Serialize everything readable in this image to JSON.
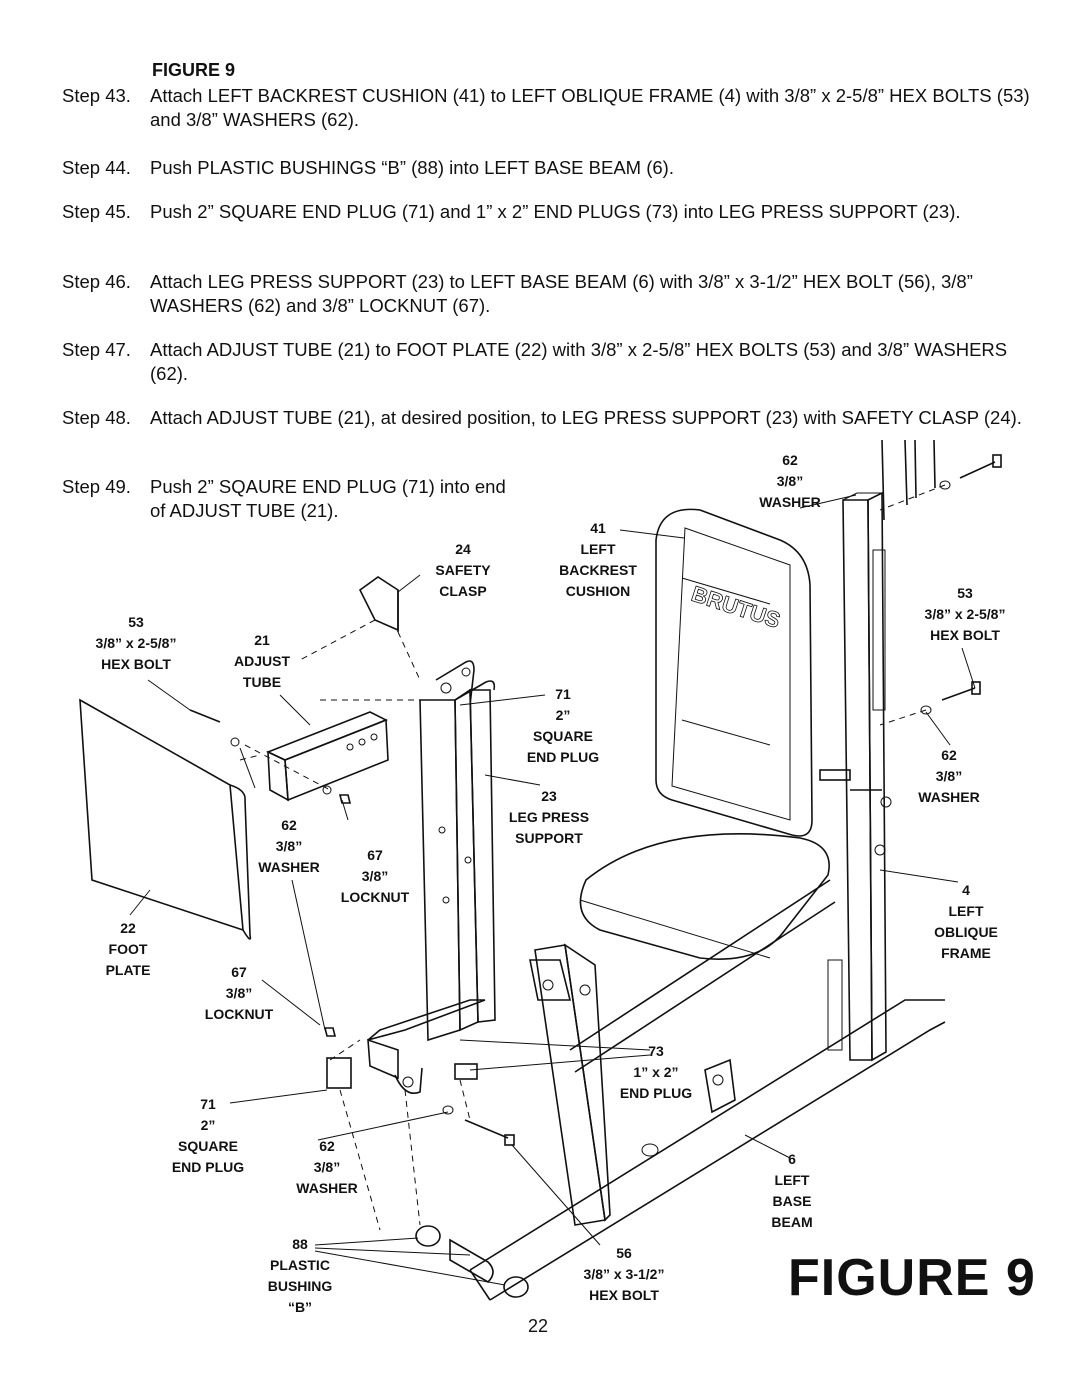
{
  "figure_heading": "FIGURE 9",
  "steps": [
    {
      "num": "Step 43.",
      "text": "Attach LEFT BACKREST CUSHION (41) to LEFT OBLIQUE FRAME (4) with 3/8” x 2-5/8” HEX BOLTS (53) and 3/8” WASHERS (62)."
    },
    {
      "num": "Step 44.",
      "text": "Push PLASTIC BUSHINGS “B” (88) into LEFT BASE BEAM (6)."
    },
    {
      "num": "Step 45.",
      "text": "Push 2” SQUARE END PLUG (71) and 1” x 2” END PLUGS (73) into LEG PRESS SUPPORT (23)."
    },
    {
      "num": "Step 46.",
      "text": "Attach LEG PRESS SUPPORT (23) to LEFT BASE BEAM (6) with 3/8” x 3-1/2” HEX BOLT (56), 3/8” WASHERS (62) and 3/8” LOCKNUT (67)."
    },
    {
      "num": "Step 47.",
      "text": "Attach ADJUST TUBE (21) to FOOT PLATE (22) with 3/8” x 2-5/8” HEX BOLTS (53) and 3/8” WASHERS (62)."
    },
    {
      "num": "Step 48.",
      "text": "Attach ADJUST TUBE (21), at desired position, to LEG PRESS SUPPORT (23) with SAFETY CLASP (24)."
    },
    {
      "num": "Step 49.",
      "text": "Push 2” SQAURE END PLUG (71) into end of  ADJUST TUBE (21)."
    }
  ],
  "labels": {
    "l62_top": [
      "62",
      "3/8”",
      "WASHER"
    ],
    "l41": [
      "41",
      "LEFT",
      "BACKREST",
      "CUSHION"
    ],
    "l24": [
      "24",
      "SAFETY",
      "CLASP"
    ],
    "l53_right": [
      "53",
      "3/8” x 2-5/8”",
      "HEX BOLT"
    ],
    "l53_left": [
      "53",
      "3/8” x 2-5/8”",
      "HEX BOLT"
    ],
    "l21": [
      "21",
      "ADJUST",
      "TUBE"
    ],
    "l71_top": [
      "71",
      "2”",
      "SQUARE",
      "END PLUG"
    ],
    "l62_right": [
      "62",
      "3/8”",
      "WASHER"
    ],
    "l23": [
      "23",
      "LEG PRESS",
      "SUPPORT"
    ],
    "l62_mid": [
      "62",
      "3/8”",
      "WASHER"
    ],
    "l67_mid": [
      "67",
      "3/8”",
      "LOCKNUT"
    ],
    "l4": [
      "4",
      "LEFT",
      "OBLIQUE",
      "FRAME"
    ],
    "l22": [
      "22",
      "FOOT",
      "PLATE"
    ],
    "l67_low": [
      "67",
      "3/8”",
      "LOCKNUT"
    ],
    "l73": [
      "73",
      "1” x 2”",
      "END PLUG"
    ],
    "l71_low": [
      "71",
      "2”",
      "SQUARE",
      "END PLUG"
    ],
    "l62_low": [
      "62",
      "3/8”",
      "WASHER"
    ],
    "l6": [
      "6",
      "LEFT",
      "BASE",
      "BEAM"
    ],
    "l88": [
      "88",
      "PLASTIC",
      "BUSHING",
      "“B”"
    ],
    "l56": [
      "56",
      "3/8” x 3-1/2”",
      "HEX BOLT"
    ]
  },
  "brand_mark": "BRUTUS",
  "figure_caption": "FIGURE 9",
  "page_number": "22"
}
